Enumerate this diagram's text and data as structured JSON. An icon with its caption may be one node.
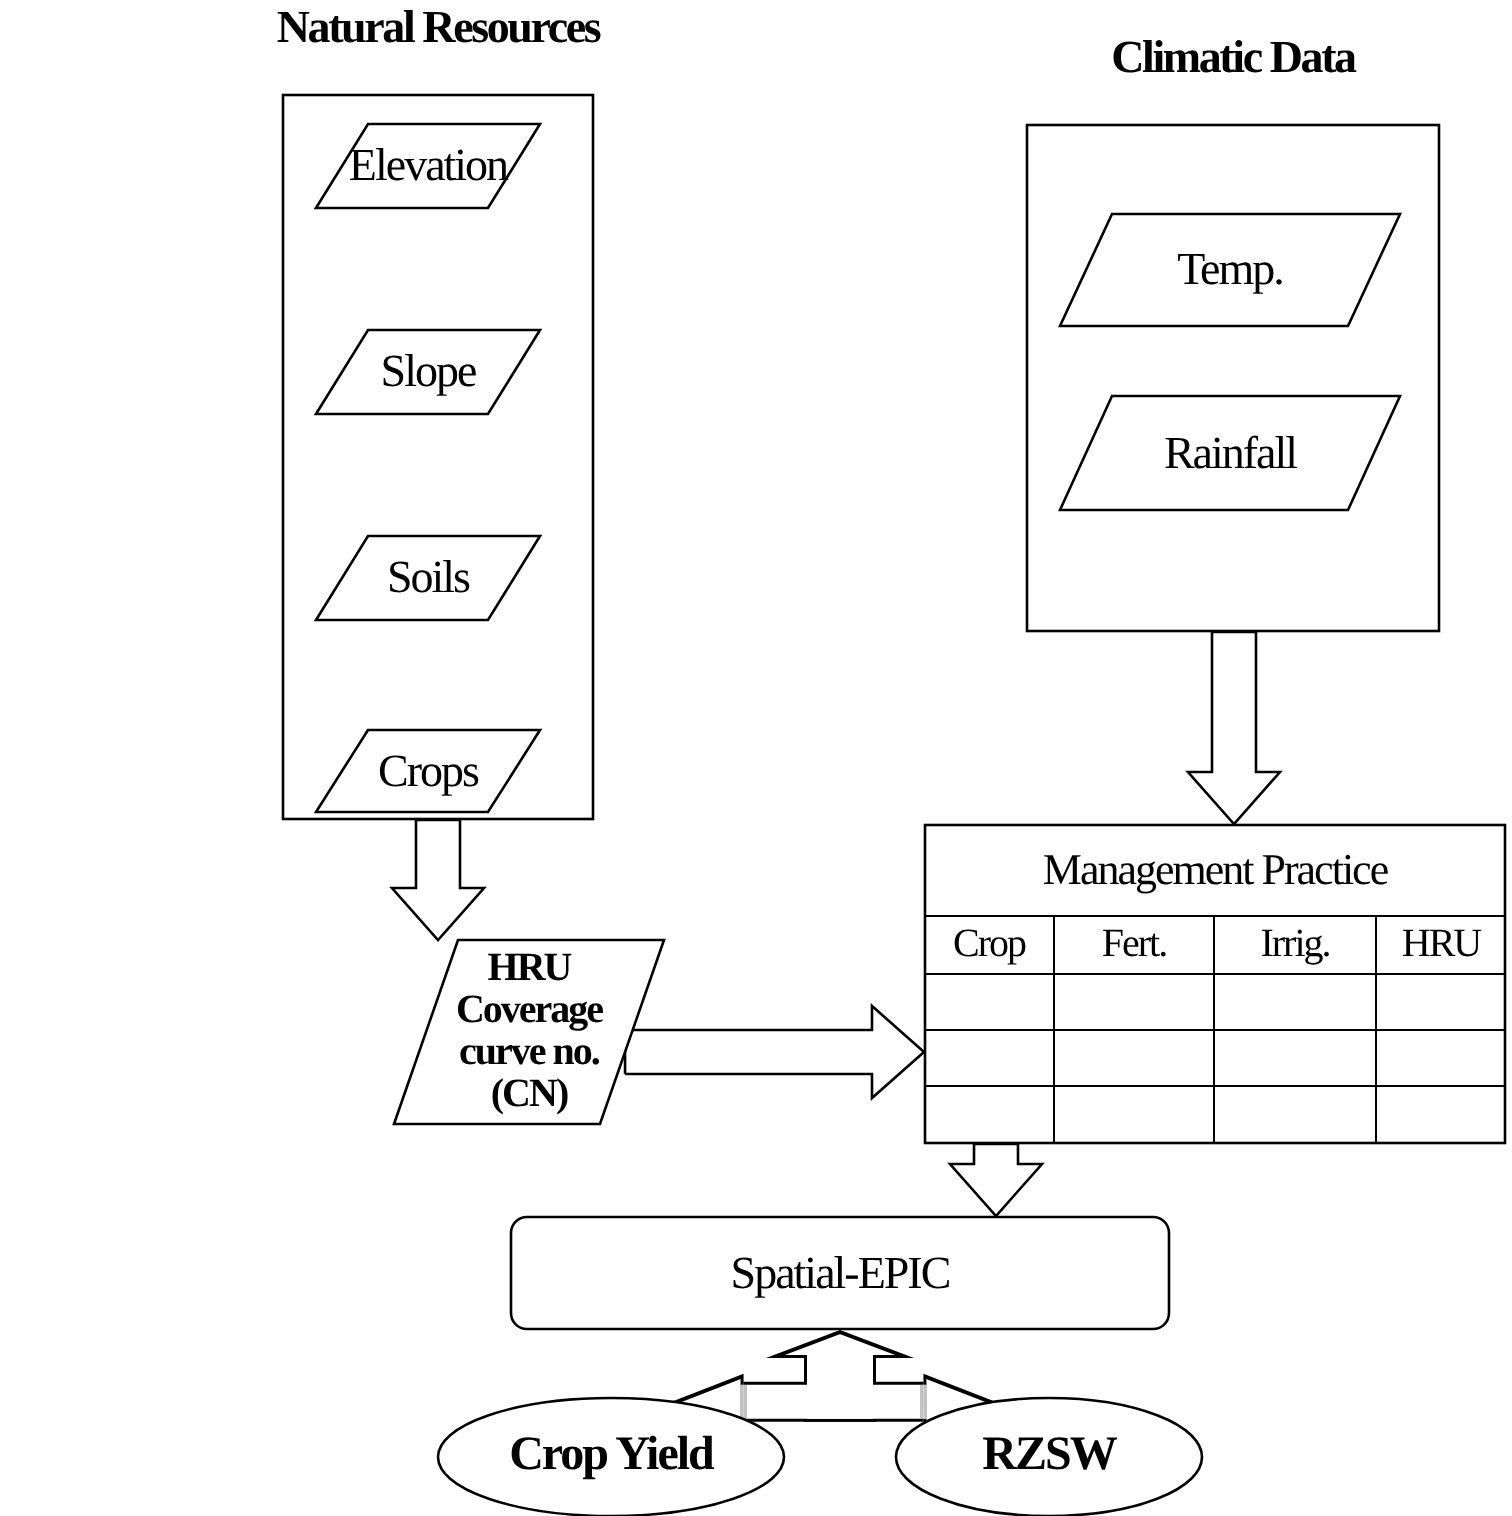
{
  "diagram": {
    "nodes": [
      {
        "text": [
          "Natural Resources"
        ]
      },
      {
        "text": [
          "Elevation"
        ],
        "in": 0
      },
      {
        "text": [
          "Slope"
        ],
        "in": 0
      },
      {
        "text": [
          "Soils"
        ],
        "in": 0
      },
      {
        "text": [
          "Crops"
        ],
        "in": 0
      },
      {
        "text": [
          "Climatic Data"
        ]
      },
      {
        "text": [
          "Temp."
        ],
        "in": 5
      },
      {
        "text": [
          "Rainfall"
        ],
        "in": 5
      },
      {
        "text": [
          "HRU Coverage curve no. (CN)"
        ]
      },
      {
        "text": [
          "Management Practice"
        ]
      },
      {
        "text": [
          "Spatial-EPIC"
        ]
      },
      {
        "text": [
          "Crop Yield"
        ]
      },
      {
        "text": [
          "RZSW"
        ]
      }
    ],
    "edges": [
      {
        "from": 0,
        "to": 8,
        "arrow": "to"
      },
      {
        "from": 5,
        "to": 9,
        "arrow": "to"
      },
      {
        "from": 8,
        "to": 9,
        "arrow": "to"
      },
      {
        "from": 9,
        "to": 10,
        "arrow": "to"
      },
      {
        "from": 10,
        "to": 11,
        "arrow": "both"
      },
      {
        "from": 10,
        "to": 12,
        "arrow": "both"
      }
    ],
    "labels": [
      "Crop",
      "Fert.",
      "Irrig.",
      "HRU"
    ]
  }
}
